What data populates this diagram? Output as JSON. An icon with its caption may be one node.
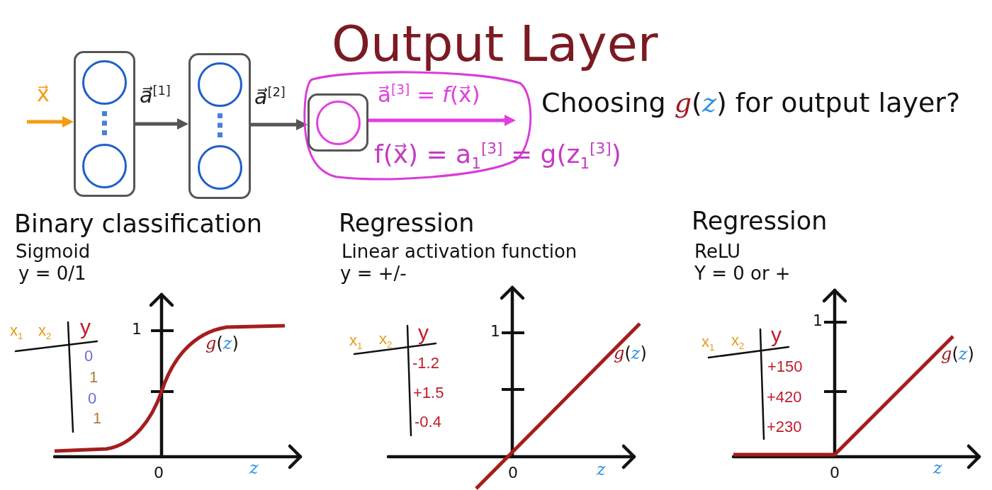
{
  "diagram": {
    "title": "Output Layer",
    "nodes": [
      {
        "text": [],
        "shape": "box"
      },
      {
        "text": [],
        "shape": "circle",
        "in": 0
      },
      {
        "text": [],
        "shape": "circle",
        "in": 0
      },
      {
        "text": [],
        "shape": "box"
      },
      {
        "text": [],
        "shape": "circle",
        "in": 3
      },
      {
        "text": [],
        "shape": "circle",
        "in": 3
      },
      {
        "text": [],
        "shape": "ellipse"
      },
      {
        "text": [],
        "shape": "box",
        "in": 6
      },
      {
        "text": [],
        "shape": "circle",
        "in": 7
      }
    ],
    "edges": [
      {
        "from": null,
        "to": 0,
        "arrow": "to",
        "label": "x⃗",
        "color": "#f39c12"
      },
      {
        "from": 0,
        "to": 3,
        "arrow": "to",
        "label": "*a⃗*$^{[1]}$"
      },
      {
        "from": 3,
        "to": 7,
        "arrow": "to",
        "label": "*a⃗*$^{[2]}$"
      },
      {
        "from": 7,
        "to": null,
        "arrow": "to",
        "label": "a⃗$^{[3]}$ = *f*(x⃗)",
        "color": "#e040e0"
      }
    ],
    "labels": [
      "Choosing *g*(*z*) for output layer?",
      "f(x⃗) = a$_{1}$$^{[3]}$ = g(z$_{1}$$^{[3]}$)",
      "Binary classification",
      "Sigmoid",
      "y = 0/1",
      "x$_{1}$",
      "x$_{2}$",
      "y",
      "0",
      "1",
      "0",
      "1",
      "1",
      "*g*(*z*)",
      "0",
      "z",
      "Regression",
      "Linear activation function",
      "y = +/-",
      "x$_{1}$",
      "x$_{2}$",
      "y",
      "-1.2",
      "+1.5",
      "-0.4",
      "1",
      "*g*(*z*)",
      "0",
      "z",
      "Regression",
      "ReLU",
      "Y = 0 or +",
      "x$_{1}$",
      "x$_{2}$",
      "y",
      "+150",
      "+420",
      "+230",
      "1",
      "*g*(*z*)",
      "0",
      "z"
    ]
  }
}
